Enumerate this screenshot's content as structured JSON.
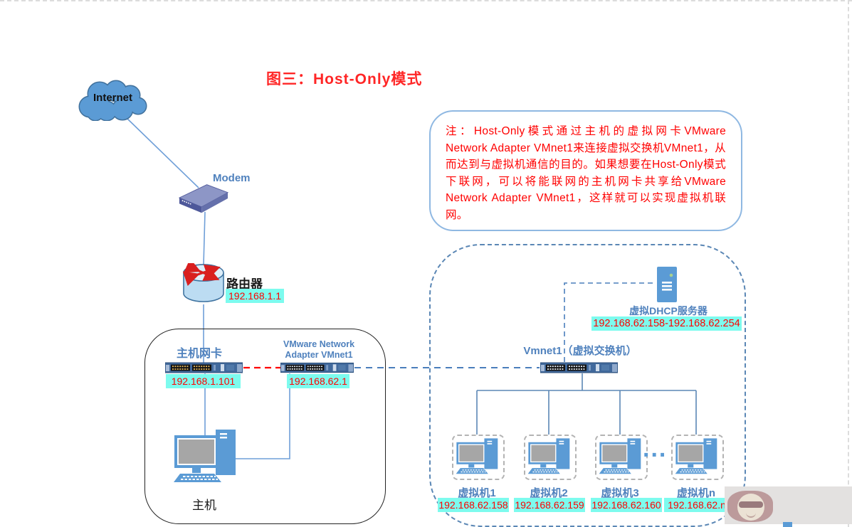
{
  "page": {
    "title": "图三：Host-Only模式",
    "colors": {
      "title_red": "#ff2626",
      "ip_text_red": "#ff0000",
      "ip_highlight_cyan": "#7dfbee",
      "label_blue": "#4f81bd",
      "device_blue": "#5b9bd5",
      "note_text_red": "#ff0000"
    }
  },
  "internet": {
    "label": "Internet"
  },
  "modem": {
    "label": "Modem"
  },
  "router": {
    "label": "路由器",
    "ip": "192.168.1.1"
  },
  "host_area": {
    "host_nic": {
      "label": "主机网卡",
      "ip": "192.168.1.101"
    },
    "vmnet1_adapter": {
      "label": "VMware Network Adapter VMnet1",
      "ip": "192.168.62.1"
    },
    "host_pc": {
      "label": "主机"
    }
  },
  "virtual_area": {
    "dhcp_server": {
      "label": "虚拟DHCP服务器",
      "ip_range": "192.168.62.158-192.168.62.254"
    },
    "switch": {
      "label": "Vmnet1（虚拟交换机）"
    },
    "ellipsis": "...",
    "vms": [
      {
        "label": "虚拟机1",
        "ip": "192.168.62.158"
      },
      {
        "label": "虚拟机2",
        "ip": "192.168.62.159"
      },
      {
        "label": "虚拟机3",
        "ip": "192.168.62.160"
      },
      {
        "label": "虚拟机n",
        "ip": "192.168.62.n"
      }
    ]
  },
  "note": {
    "text": "注：Host-Only模式通过主机的虚拟网卡VMware Network Adapter VMnet1来连接虚拟交换机VMnet1，从而达到与虚拟机通信的目的。如果想要在Host-Only模式下联网，可以将能联网的主机网卡共享给VMware Network Adapter VMnet1，这样就可以实现虚拟机联网。"
  }
}
